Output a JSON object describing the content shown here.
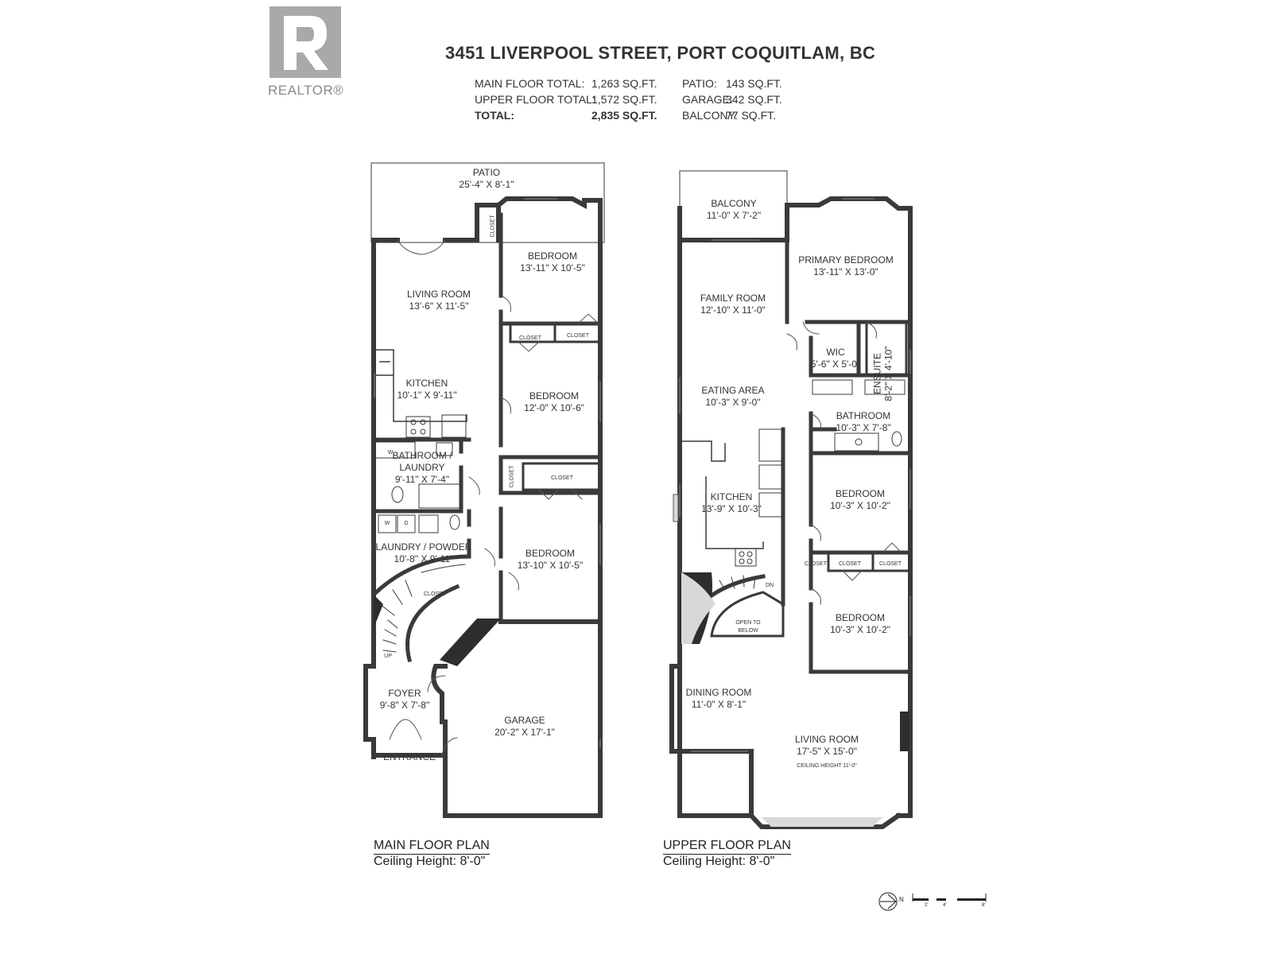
{
  "logo": {
    "wordmark": "REALTOR®"
  },
  "header": {
    "address": "3451 LIVERPOOL STREET, PORT COQUITLAM, BC",
    "stats": [
      {
        "label": "MAIN FLOOR TOTAL:",
        "value": "1,263 SQ.FT.",
        "label2": "PATIO:",
        "value2": "143 SQ.FT."
      },
      {
        "label": "UPPER FLOOR TOTAL:",
        "value": "1,572 SQ.FT.",
        "label2": "GARAGE:",
        "value2": "342 SQ.FT."
      },
      {
        "label": "TOTAL:",
        "value": "2,835 SQ.FT.",
        "label2": "BALCONY:",
        "value2": "77 SQ.FT."
      }
    ]
  },
  "main_floor": {
    "title": "MAIN FLOOR PLAN",
    "ceiling": "Ceiling Height: 8'-0\"",
    "rooms": {
      "patio": {
        "name": "PATIO",
        "dim": "25'-4\" X 8'-1\""
      },
      "living": {
        "name": "LIVING ROOM",
        "dim": "13'-6\" X 11'-5\""
      },
      "bedroom1": {
        "name": "BEDROOM",
        "dim": "13'-11\" X 10'-5\""
      },
      "kitchen": {
        "name": "KITCHEN",
        "dim": "10'-1\" X 9'-11\""
      },
      "bedroom2": {
        "name": "BEDROOM",
        "dim": "12'-0\" X 10'-6\""
      },
      "bath_laundry": {
        "name": "BATHROOM /",
        "name2": "LAUNDRY",
        "dim": "9'-11\" X 7'-4\""
      },
      "laundry_powder": {
        "name": "LAUNDRY / POWDER",
        "dim": "10'-8\" X 9'-11\""
      },
      "bedroom3": {
        "name": "BEDROOM",
        "dim": "13'-10\" X 10'-5\""
      },
      "foyer": {
        "name": "FOYER",
        "dim": "9'-8\" X 7'-8\""
      },
      "garage": {
        "name": "GARAGE",
        "dim": "20'-2\" X 17'-1\""
      },
      "entrance": {
        "name": "ENTRANCE"
      }
    },
    "small": {
      "closet": "CLOSET",
      "washer": "W",
      "dryer": "D",
      "up": "UP"
    }
  },
  "upper_floor": {
    "title": "UPPER FLOOR PLAN",
    "ceiling": "Ceiling Height: 8'-0\"",
    "rooms": {
      "balcony": {
        "name": "BALCONY",
        "dim": "11'-0\" X 7'-2\""
      },
      "primary": {
        "name": "PRIMARY BEDROOM",
        "dim": "13'-11\" X 13'-0\""
      },
      "family": {
        "name": "FAMILY ROOM",
        "dim": "12'-10\" X 11'-0\""
      },
      "wic": {
        "name": "WIC",
        "dim": "5'-6\" X 5'-0\""
      },
      "ensuite": {
        "name": "ENSUITE",
        "dim": "8'-2\" X 4'-10\""
      },
      "eating": {
        "name": "EATING AREA",
        "dim": "10'-3\" X 9'-0\""
      },
      "bathroom": {
        "name": "BATHROOM",
        "dim": "10'-3\" X 7'-8\""
      },
      "kitchen": {
        "name": "KITCHEN",
        "dim": "13'-9\" X 10'-3\""
      },
      "bedroom1": {
        "name": "BEDROOM",
        "dim": "10'-3\" X 10'-2\""
      },
      "bedroom2": {
        "name": "BEDROOM",
        "dim": "10'-3\" X 10'-2\""
      },
      "dining": {
        "name": "DINING ROOM",
        "dim": "11'-0\" X 8'-1\""
      },
      "living": {
        "name": "LIVING ROOM",
        "dim": "17'-5\" X 15'-0\"",
        "note": "CEILING HEIGHT 11'-0\""
      },
      "open_below": {
        "line1": "OPEN TO",
        "line2": "BELOW"
      }
    },
    "small": {
      "closet": "CLOSET",
      "down": "DN"
    }
  },
  "compass": {
    "north": "N",
    "scale_ticks": [
      "2'",
      "4'",
      "8'"
    ]
  },
  "colors": {
    "wall": "#3a3a3a",
    "stair": "#2e2e2e",
    "fill_gray": "#d8d8d8",
    "logo_gray": "#a9a9a9"
  }
}
